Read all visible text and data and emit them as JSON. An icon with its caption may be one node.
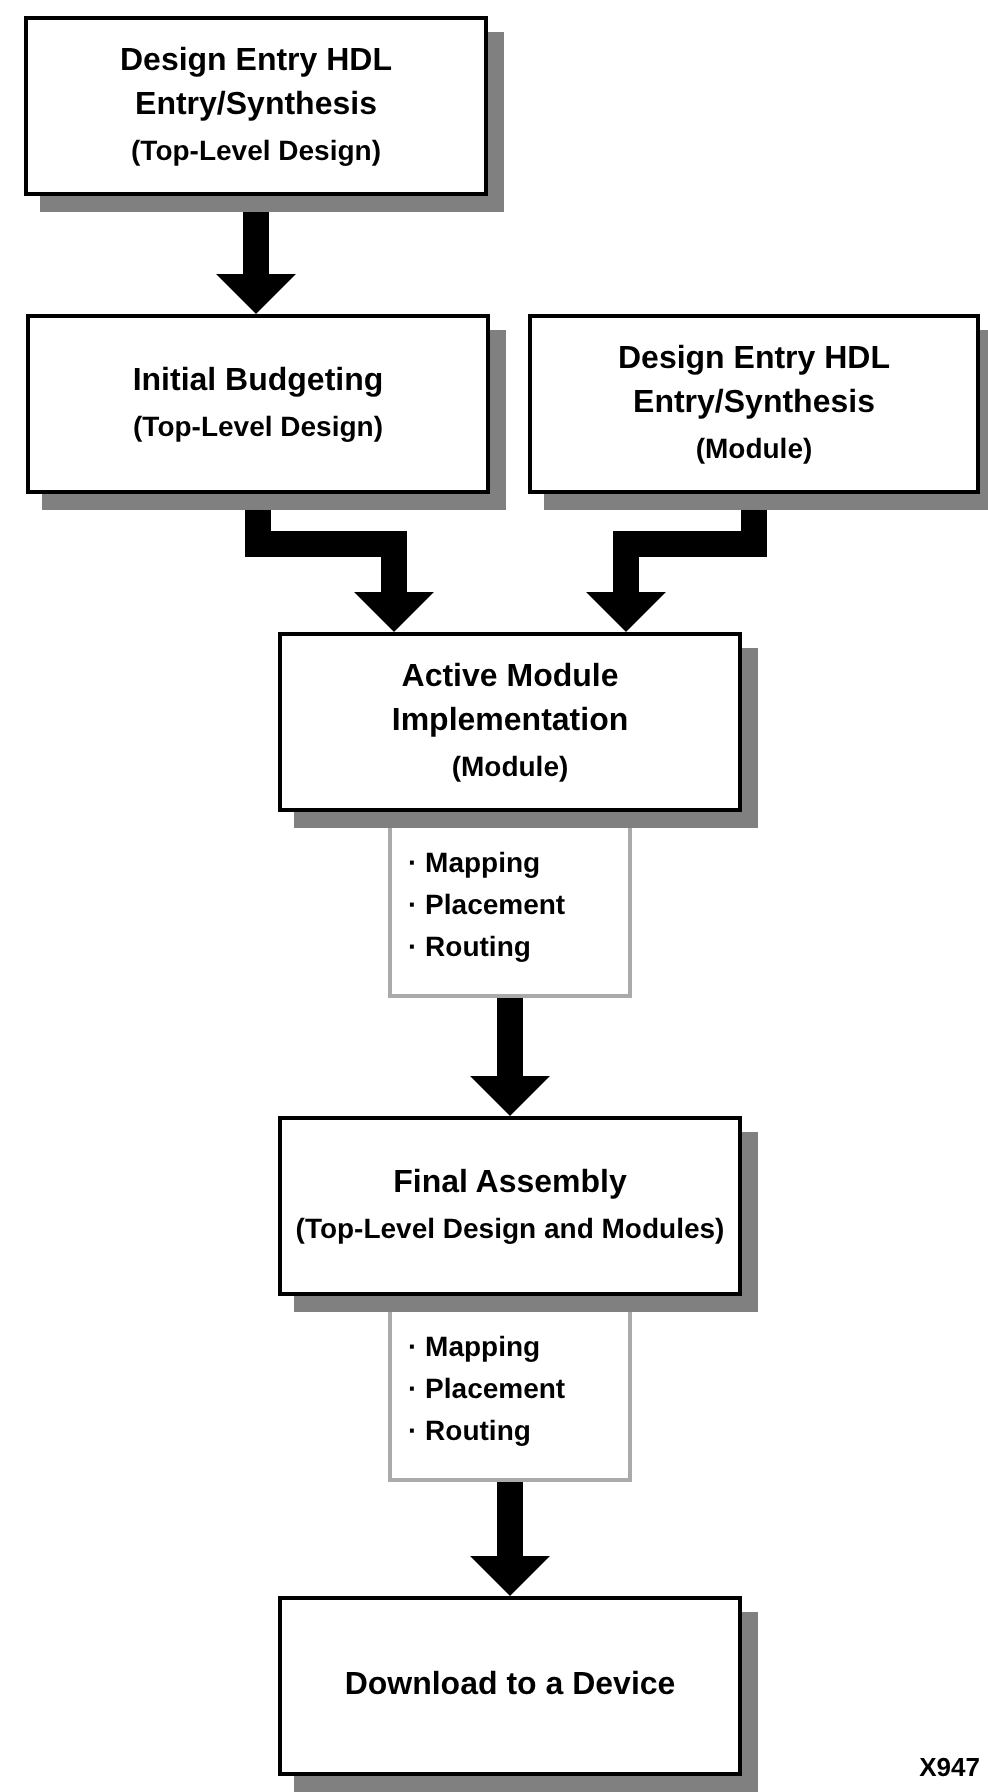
{
  "diagram": {
    "nodes": [
      {
        "text": [
          "Design Entry HDL Entry/Synthesis",
          "(Top-Level Design)"
        ]
      },
      {
        "text": [
          "Initial Budgeting",
          "(Top-Level Design)"
        ]
      },
      {
        "text": [
          "Design Entry HDL Entry/Synthesis",
          "(Module)"
        ]
      },
      {
        "text": [
          "Active Module Implementation",
          "(Module)"
        ]
      },
      {
        "text": [
          "· Mapping",
          "· Placement",
          "· Routing"
        ]
      },
      {
        "text": [
          "Final Assembly",
          "(Top-Level Design and Modules)"
        ]
      },
      {
        "text": [
          "· Mapping",
          "· Placement",
          "· Routing"
        ]
      },
      {
        "text": [
          "Download to a Device"
        ]
      }
    ],
    "edges": [
      {
        "from": 0,
        "to": 1,
        "arrow": "to"
      },
      {
        "from": 1,
        "to": 3,
        "arrow": "to"
      },
      {
        "from": 2,
        "to": 3,
        "arrow": "to"
      },
      {
        "from": 4,
        "to": 5,
        "arrow": "to"
      },
      {
        "from": 6,
        "to": 7,
        "arrow": "to"
      }
    ],
    "labels": [
      "X947"
    ]
  }
}
